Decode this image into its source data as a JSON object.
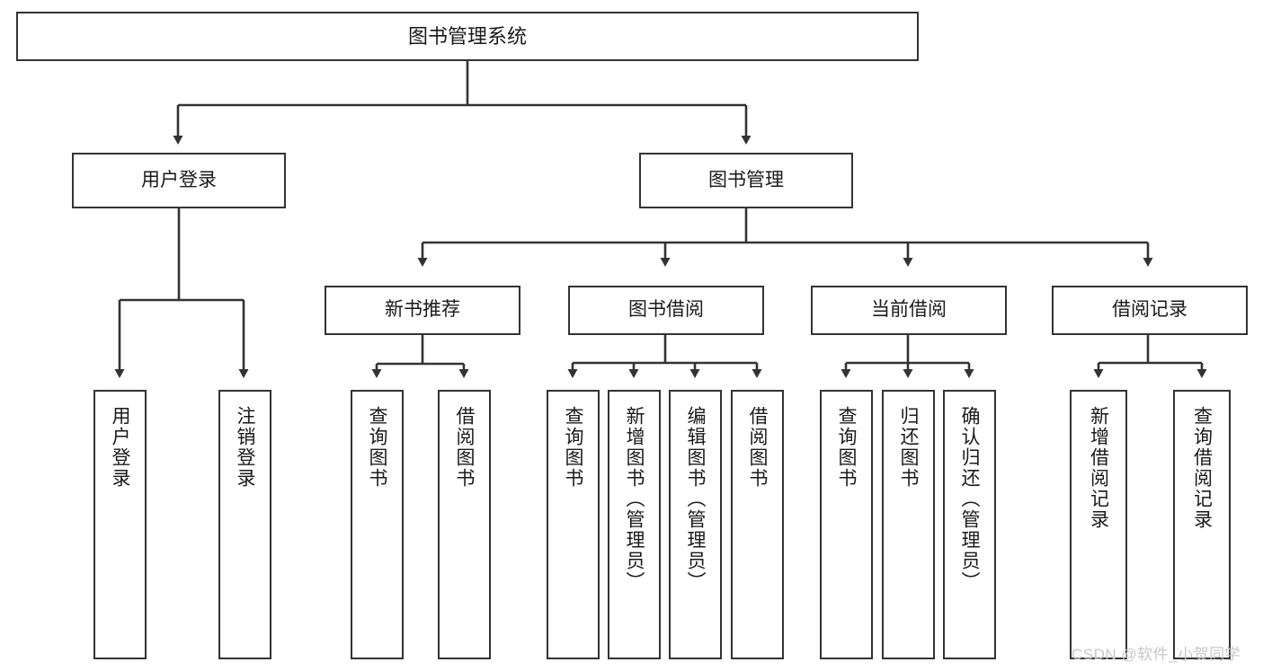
{
  "diagram": {
    "title": "图书管理系统",
    "watermark": "CSDN @软件_小贺同学",
    "style": {
      "background": "#ffffff",
      "box_border": "#333333",
      "box_fill": "#ffffff",
      "edge_color": "#333333",
      "text_color": "#1a1a1a",
      "watermark_color": "#c8c8c8"
    },
    "nodes": {
      "root": "图书管理系统",
      "level2": {
        "user_login": "用户登录",
        "book_manage": "图书管理"
      },
      "level3": {
        "new_book_recommend": "新书推荐",
        "book_borrow": "图书借阅",
        "current_borrow": "当前借阅",
        "borrow_record": "借阅记录"
      },
      "leaves": {
        "user_login_leaf_1": "用户登录",
        "user_login_leaf_2": "注销登录",
        "recommend_leaf_1": "查询图书",
        "recommend_leaf_2": "借阅图书",
        "borrow_leaf_1": "查询图书",
        "borrow_leaf_2": "新增图书（管理员）",
        "borrow_leaf_3": "编辑图书（管理员）",
        "borrow_leaf_4": "借阅图书",
        "current_leaf_1": "查询图书",
        "current_leaf_2": "归还图书",
        "current_leaf_3": "确认归还（管理员）",
        "record_leaf_1": "新增借阅记录",
        "record_leaf_2": "查询借阅记录"
      }
    }
  }
}
